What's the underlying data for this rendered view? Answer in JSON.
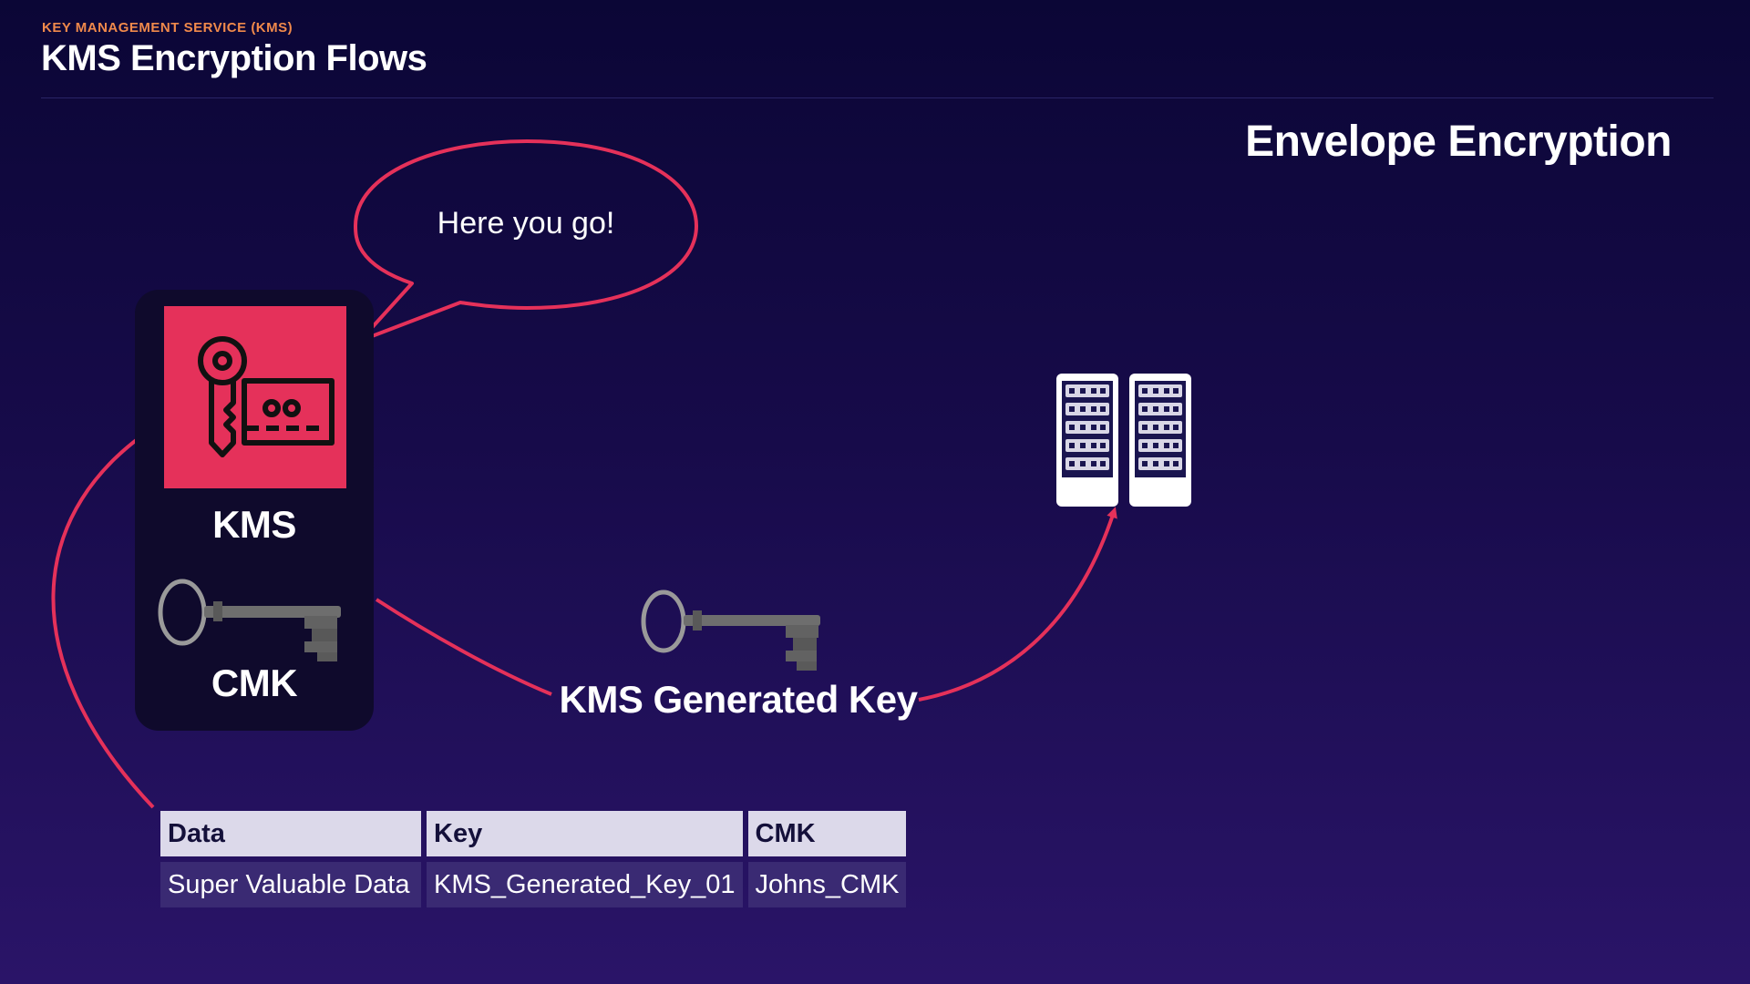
{
  "header": {
    "eyebrow": "KEY MANAGEMENT SERVICE (KMS)",
    "title": "KMS Encryption Flows"
  },
  "section_title": "Envelope Encryption",
  "speech_bubble": {
    "text": "Here you go!"
  },
  "kms_card": {
    "service_label": "KMS",
    "service_icon": "kms-key-card-icon",
    "key_icon": "vintage-key-icon",
    "key_label": "CMK"
  },
  "generated_key": {
    "label": "KMS Generated Key",
    "icon": "vintage-key-icon"
  },
  "servers": {
    "icon": "server-rack-icon",
    "count": 2
  },
  "table": {
    "headers": [
      "Data",
      "Key",
      "CMK"
    ],
    "rows": [
      [
        "Super Valuable Data",
        "KMS_Generated_Key_01",
        "Johns_CMK"
      ]
    ]
  },
  "colors": {
    "accent": "#e5315a",
    "eyebrow": "#f0894b",
    "background_top": "#0b0636",
    "background_bottom": "#2a1468",
    "table_header": "#dcd9ea",
    "table_cell": "#3a2a73"
  }
}
